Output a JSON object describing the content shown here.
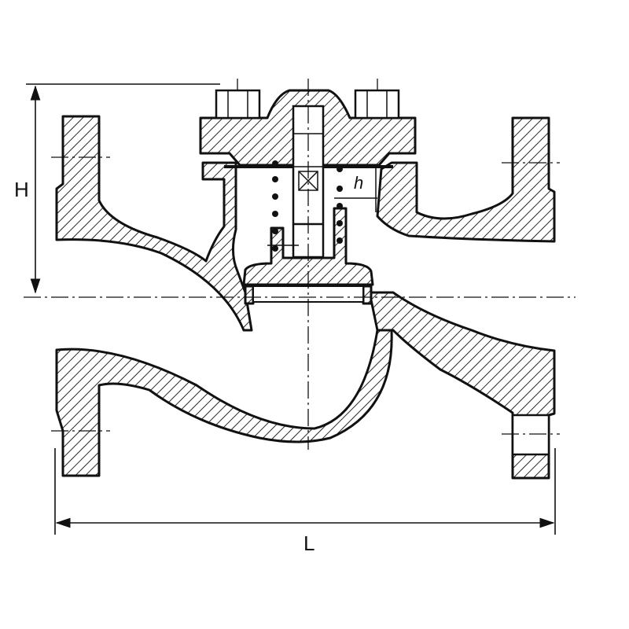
{
  "drawing": {
    "subject": "",
    "dimensions": {
      "height_label": "H",
      "length_label": "L",
      "lift_label": "h"
    },
    "colors": {
      "line": "#111111",
      "background": "#ffffff"
    }
  }
}
